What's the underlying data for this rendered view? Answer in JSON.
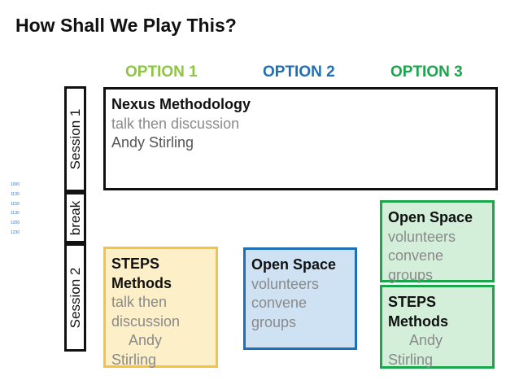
{
  "title": "How Shall We Play This?",
  "options": [
    {
      "label": "OPTION 1",
      "color": "#8dc63f"
    },
    {
      "label": "OPTION 2",
      "color": "#1e6fb5"
    },
    {
      "label": "OPTION 3",
      "color": "#1aa64a"
    }
  ],
  "sessions": {
    "session1": "Session 1",
    "break": "break",
    "session2": "Session 2"
  },
  "times": [
    "1000",
    "1130",
    "1150",
    "1130",
    "1200",
    "1230"
  ],
  "boxes": {
    "nexus": {
      "title": "Nexus Methodology",
      "line1": "talk then discussion",
      "line2": "Andy Stirling",
      "border": "#111111"
    },
    "steps_opt1": {
      "title_l1": "STEPS",
      "title_l2": "Methods",
      "line1": "talk then",
      "line2": "discussion",
      "line3": "Andy",
      "line4": "Stirling",
      "border": "#f5c342",
      "fill": "#fdf0c8"
    },
    "open_opt2": {
      "title": "Open Space",
      "line1": "volunteers",
      "line2": "convene",
      "line3": "groups",
      "border": "#1e6fb5",
      "fill": "#cfe2f3"
    },
    "open_opt3": {
      "title": "Open Space",
      "line1": "volunteers",
      "line2": "convene",
      "line3": "groups",
      "border": "#1aa64a",
      "fill": "#d3eed9"
    },
    "steps_opt3": {
      "title_l1": "STEPS",
      "title_l2": "Methods",
      "line1": "Andy",
      "line2": "Stirling",
      "border": "#1aa64a",
      "fill": "#d3eed9"
    }
  }
}
